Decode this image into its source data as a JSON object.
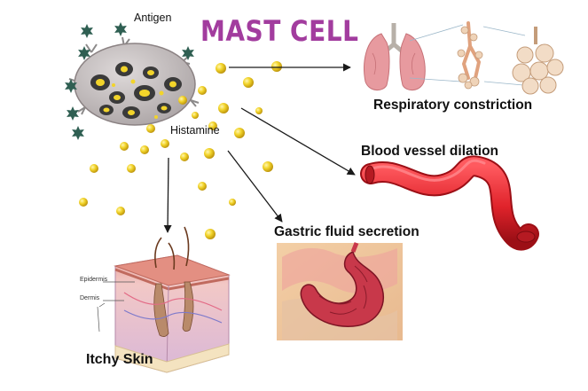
{
  "title": "MAST CELL",
  "labels": {
    "antigen": "Antigen",
    "histamine": "Histamine"
  },
  "effects": {
    "respiratory": "Respiratory constriction",
    "blood_vessel": "Blood vessel dilation",
    "gastric": "Gastric fluid secretion",
    "itchy_skin": "Itchy Skin"
  },
  "skin_layers": {
    "epidermis": "Epidermis",
    "dermis": "Dermis"
  },
  "colors": {
    "title": "#a23c9e",
    "histamine_granule": "#f2d42a",
    "antigen": "#2f5f52",
    "cell_body": "#c9c3c3",
    "vessel": "#e0232b",
    "arrow": "#1a1a1a"
  }
}
